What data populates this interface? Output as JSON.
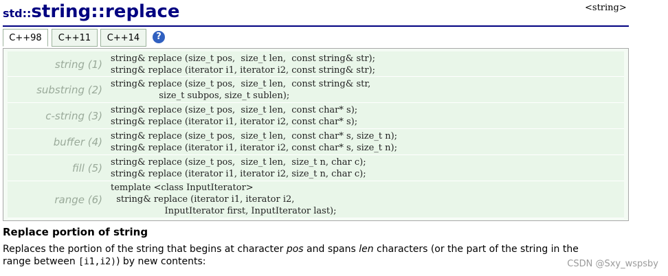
{
  "title": {
    "namespace": "std::",
    "name": "string",
    "sep": "::",
    "member": "replace"
  },
  "header_tag": "<string>",
  "tabs": [
    "C++98",
    "C++11",
    "C++14"
  ],
  "help_glyph": "?",
  "prototypes": [
    {
      "label": "string (1)",
      "lines": [
        "string& replace (size_t pos,  size_t len,  const string& str);",
        "string& replace (iterator i1, iterator i2, const string& str);"
      ]
    },
    {
      "label": "substring (2)",
      "lines": [
        "string& replace (size_t pos,  size_t len,  const string& str,",
        "                 size_t subpos, size_t sublen);"
      ]
    },
    {
      "label": "c-string (3)",
      "lines": [
        "string& replace (size_t pos,  size_t len,  const char* s);",
        "string& replace (iterator i1, iterator i2, const char* s);"
      ]
    },
    {
      "label": "buffer (4)",
      "lines": [
        "string& replace (size_t pos,  size_t len,  const char* s, size_t n);",
        "string& replace (iterator i1, iterator i2, const char* s, size_t n);"
      ]
    },
    {
      "label": "fill (5)",
      "lines": [
        "string& replace (size_t pos,  size_t len,  size_t n, char c);",
        "string& replace (iterator i1, iterator i2, size_t n, char c);"
      ]
    },
    {
      "label": "range (6)",
      "lines": [
        "template <class InputIterator>",
        "  string& replace (iterator i1, iterator i2,",
        "                   InputIterator first, InputIterator last);"
      ]
    }
  ],
  "section_heading": "Replace portion of string",
  "description": {
    "part1": "Replaces the portion of the string that begins at character ",
    "pos": "pos",
    "part2": " and spans ",
    "len": "len",
    "part3": " characters (or the part of the string in the",
    "part4": "range between ",
    "range_code": "[i1,i2)",
    "part5": ") by new contents:"
  },
  "watermark": "CSDN @Sxy_wspsby"
}
